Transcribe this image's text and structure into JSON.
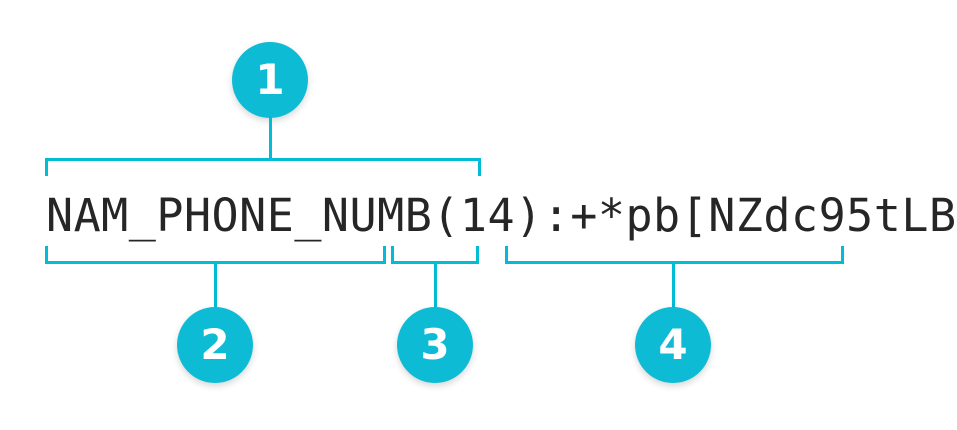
{
  "diagram": {
    "theme": {
      "accent_color": "#00bcd4",
      "badge_color": "#0dbcd4",
      "text_color": "#262626",
      "background_color": "#ffffff"
    },
    "code_string": "NAM_PHONE_NUMB(14):+*pb[NZdc95tLB",
    "annotations": [
      {
        "id": "1",
        "label": "1",
        "segment": "NAM_PHONE_NUMB(14)",
        "position": "above"
      },
      {
        "id": "2",
        "label": "2",
        "segment": "NAM_PHONE_NUMB",
        "position": "below"
      },
      {
        "id": "3",
        "label": "3",
        "segment": "(14)",
        "position": "below"
      },
      {
        "id": "4",
        "label": "4",
        "segment": "+*pb[NZdc95tLB",
        "position": "below"
      }
    ]
  }
}
